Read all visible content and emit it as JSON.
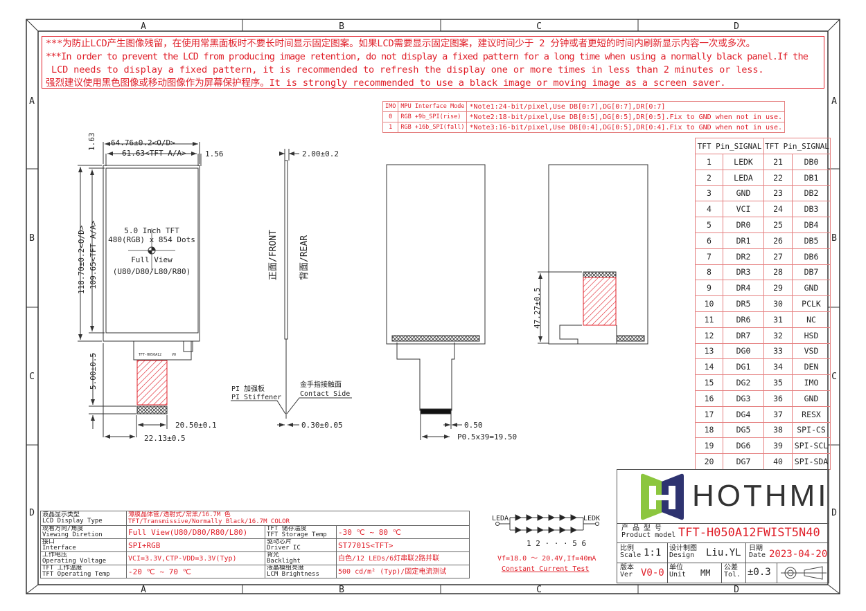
{
  "zones": {
    "columns": [
      "A",
      "B",
      "C",
      "D"
    ],
    "rows": [
      "A",
      "B",
      "C",
      "D"
    ]
  },
  "notice": {
    "lines": [
      "***为防止LCD产生图像残留，在使用常黑面板时不要长时间显示固定图案。如果LCD需要显示固定图案，建议时间少于 2 分钟或者更短的时间内刷新显示内容一次或多次。",
      "***In order to prevent the LCD from producing image retention, do not display a fixed pattern for a long time when using a normally black panel.If the",
      " LCD needs to display a fixed pattern, it is recommended to refresh the display one or more times in less than 2 minutes or less.",
      "强烈建议使用黑色图像或移动图像作为屏幕保护程序。It is strongly recommended to use a black image or moving image as a screen saver."
    ]
  },
  "interface_table": {
    "header": [
      "IMO",
      "MPU Interface Mode"
    ],
    "rows": [
      [
        "0",
        "RGB +9b_SPI(rise)"
      ],
      [
        "1",
        "RGB +16b_SPI(fall)"
      ]
    ],
    "notes": [
      "*Note1:24-bit/pixel,Use DB[0:7],DG[0:7],DR[0:7]",
      "*Note2:18-bit/pixel,Use DB[0:5],DG[0:5],DR[0:5].Fix to GND  when not in use.",
      "*Note3:16-bit/pixel,Use DB[0:4],DG[0:5],DR[0:4].Fix to GND  when not in use."
    ]
  },
  "pin_table": {
    "header": [
      "TFT",
      "Pin_SIGNAL",
      "TFT",
      "Pin_SIGNAL"
    ],
    "rows": [
      [
        "1",
        "LEDK",
        "21",
        "DB0"
      ],
      [
        "2",
        "LEDA",
        "22",
        "DB1"
      ],
      [
        "3",
        "GND",
        "23",
        "DB2"
      ],
      [
        "4",
        "VCI",
        "24",
        "DB3"
      ],
      [
        "5",
        "DR0",
        "25",
        "DB4"
      ],
      [
        "6",
        "DR1",
        "26",
        "DB5"
      ],
      [
        "7",
        "DR2",
        "27",
        "DB6"
      ],
      [
        "8",
        "DR3",
        "28",
        "DB7"
      ],
      [
        "9",
        "DR4",
        "29",
        "GND"
      ],
      [
        "10",
        "DR5",
        "30",
        "PCLK"
      ],
      [
        "11",
        "DR6",
        "31",
        "NC"
      ],
      [
        "12",
        "DR7",
        "32",
        "HSD"
      ],
      [
        "13",
        "DG0",
        "33",
        "VSD"
      ],
      [
        "14",
        "DG1",
        "34",
        "DEN"
      ],
      [
        "15",
        "DG2",
        "35",
        "IMO"
      ],
      [
        "16",
        "DG3",
        "36",
        "GND"
      ],
      [
        "17",
        "DG4",
        "37",
        "RESX"
      ],
      [
        "18",
        "DG5",
        "38",
        "SPI-CS"
      ],
      [
        "19",
        "DG6",
        "39",
        "SPI-SCL"
      ],
      [
        "20",
        "DG7",
        "40",
        "SPI-SDA"
      ]
    ]
  },
  "front_view": {
    "dim_width_od": "64.76±0.2<O/D>",
    "dim_width_aa": "61.63<TFT A/A>",
    "dim_right": "1.56",
    "dim_top": "1.63",
    "dim_height_od": "118.70±0.2<O/D>",
    "dim_height_aa": "109.65<TFT A/A>",
    "panel_lines": [
      "5.0 Inch TFT",
      "480(RGB) x 854 Dots",
      "Full View",
      "(U80/D80/L80/R80)"
    ],
    "fpc_label": "TFT-H050A12",
    "fpc_ver": "V0",
    "dim_fpc": "5.00±0.5",
    "dim_fpc_width": "20.50±0.1",
    "dim_fpc_offset": "22.13±0.5"
  },
  "side_view": {
    "dim_thickness": "2.00±0.2",
    "front_label": "正面/FRONT",
    "rear_label": "背面/REAR",
    "stiffener_cn": "PI 加强板",
    "stiffener_en": "PI Stiffener",
    "contact_cn": "金手指接触面",
    "contact_en": "Contact Side",
    "dim_fpc_thickness": "0.30±0.05"
  },
  "rear_view": {
    "dim_pitch": "0.50",
    "dim_pins": "P0.5x39=19.50",
    "dim_fpc_len": "47.27±0.5"
  },
  "spec_table": {
    "rows": [
      {
        "label_cn": "液晶显示类型",
        "label_en": "LCD Display Type",
        "value": "薄膜晶体管/透射式/常黑/16.7M 色",
        "value2": "TFT/Transmissive/Normally Black/16.7M COLOR"
      },
      {
        "label_cn": "观看方向/角度",
        "label_en": "Viewing Diretion",
        "value": "Full View(U80/D80/R80/L80)",
        "label2_cn": "TFT 储存温度",
        "label2_en": "TFT Storage Temp",
        "value_b": "-30 ℃ ~ 80 ℃"
      },
      {
        "label_cn": "接口",
        "label_en": "Interface",
        "value": "SPI+RGB",
        "label2_cn": "驱动芯片",
        "label2_en": "Driver IC",
        "value_b": "ST7701S<TFT>"
      },
      {
        "label_cn": "工作电压",
        "label_en": "Operating Voltage",
        "value": "VCI=3.3V,CTP-VDD=3.3V(Typ)",
        "label2_cn": "背光",
        "label2_en": "Backlight",
        "value_b": "白色/12 LEDs/6灯串联2路并联"
      },
      {
        "label_cn": "TFT 工作温度",
        "label_en": "TFT Operating Temp",
        "value": "-20 ℃ ~ 70 ℃",
        "label2_cn": "液晶模组亮度",
        "label2_en": "LCM Brightness",
        "value_b": "500 cd/m² (Typ)/固定电流测试"
      }
    ]
  },
  "backlight": {
    "anode": "LEDA",
    "cathode": "LEDK",
    "index_label": "1 2 · · · 5 6",
    "spec": "Vf=18.0 ～ 20.4V,If=40mA",
    "test": "Constant Current Test"
  },
  "title_block": {
    "logo_text": "HOTHMI",
    "logo_colors": {
      "green": "#8cc63f",
      "navy": "#2e3370"
    },
    "model_label_cn": "产 品 型 号",
    "model_label_en": "Product model",
    "model": "TFT-H050A12FWIST5N40",
    "scale_cn": "比例",
    "scale_en": "Scale",
    "scale": "1:1",
    "design_cn": "设计制图",
    "design_en": "Design",
    "design": "Liu.YL",
    "date_cn": "日期",
    "date_en": "Date",
    "date": "2023-04-20",
    "ver_cn": "版本",
    "ver_en": "Ver",
    "ver": "V0-0",
    "unit_cn": "单位",
    "unit_en": "Unit",
    "unit": "MM",
    "tol_cn": "公差",
    "tol_en": "Tol.",
    "tol": "±0.3"
  },
  "colors": {
    "accent_red": "#e0202a",
    "line": "#333333",
    "hatch": "#e0202a"
  }
}
